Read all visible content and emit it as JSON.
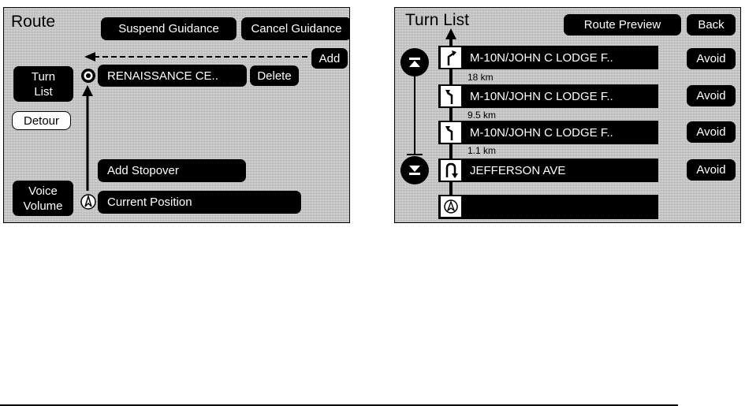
{
  "route_panel": {
    "title": "Route",
    "suspend_guidance": "Suspend Guidance",
    "cancel_guidance": "Cancel Guidance",
    "add": "Add",
    "turn_list_line1": "Turn",
    "turn_list_line2": "List",
    "destination": "RENAISSANCE CE..",
    "delete": "Delete",
    "detour": "Detour",
    "add_stopover": "Add Stopover",
    "voice_volume_line1": "Voice",
    "voice_volume_line2": "Volume",
    "current_position": "Current Position"
  },
  "turn_panel": {
    "title": "Turn List",
    "route_preview": "Route Preview",
    "back": "Back",
    "items": [
      {
        "road": "M-10N/JOHN C LODGE F..",
        "avoid": "Avoid",
        "distance": "18   km",
        "icon": "keep-right-icon"
      },
      {
        "road": "M-10N/JOHN C LODGE F..",
        "avoid": "Avoid",
        "distance": "9.5   km",
        "icon": "keep-left-icon"
      },
      {
        "road": "M-10N/JOHN C LODGE F..",
        "avoid": "Avoid",
        "distance": "1.1   km",
        "icon": "keep-left-icon"
      },
      {
        "road": "JEFFERSON AVE",
        "avoid": "Avoid",
        "icon": "u-turn-icon"
      },
      {
        "road": "",
        "icon": "current-position-icon"
      }
    ]
  }
}
